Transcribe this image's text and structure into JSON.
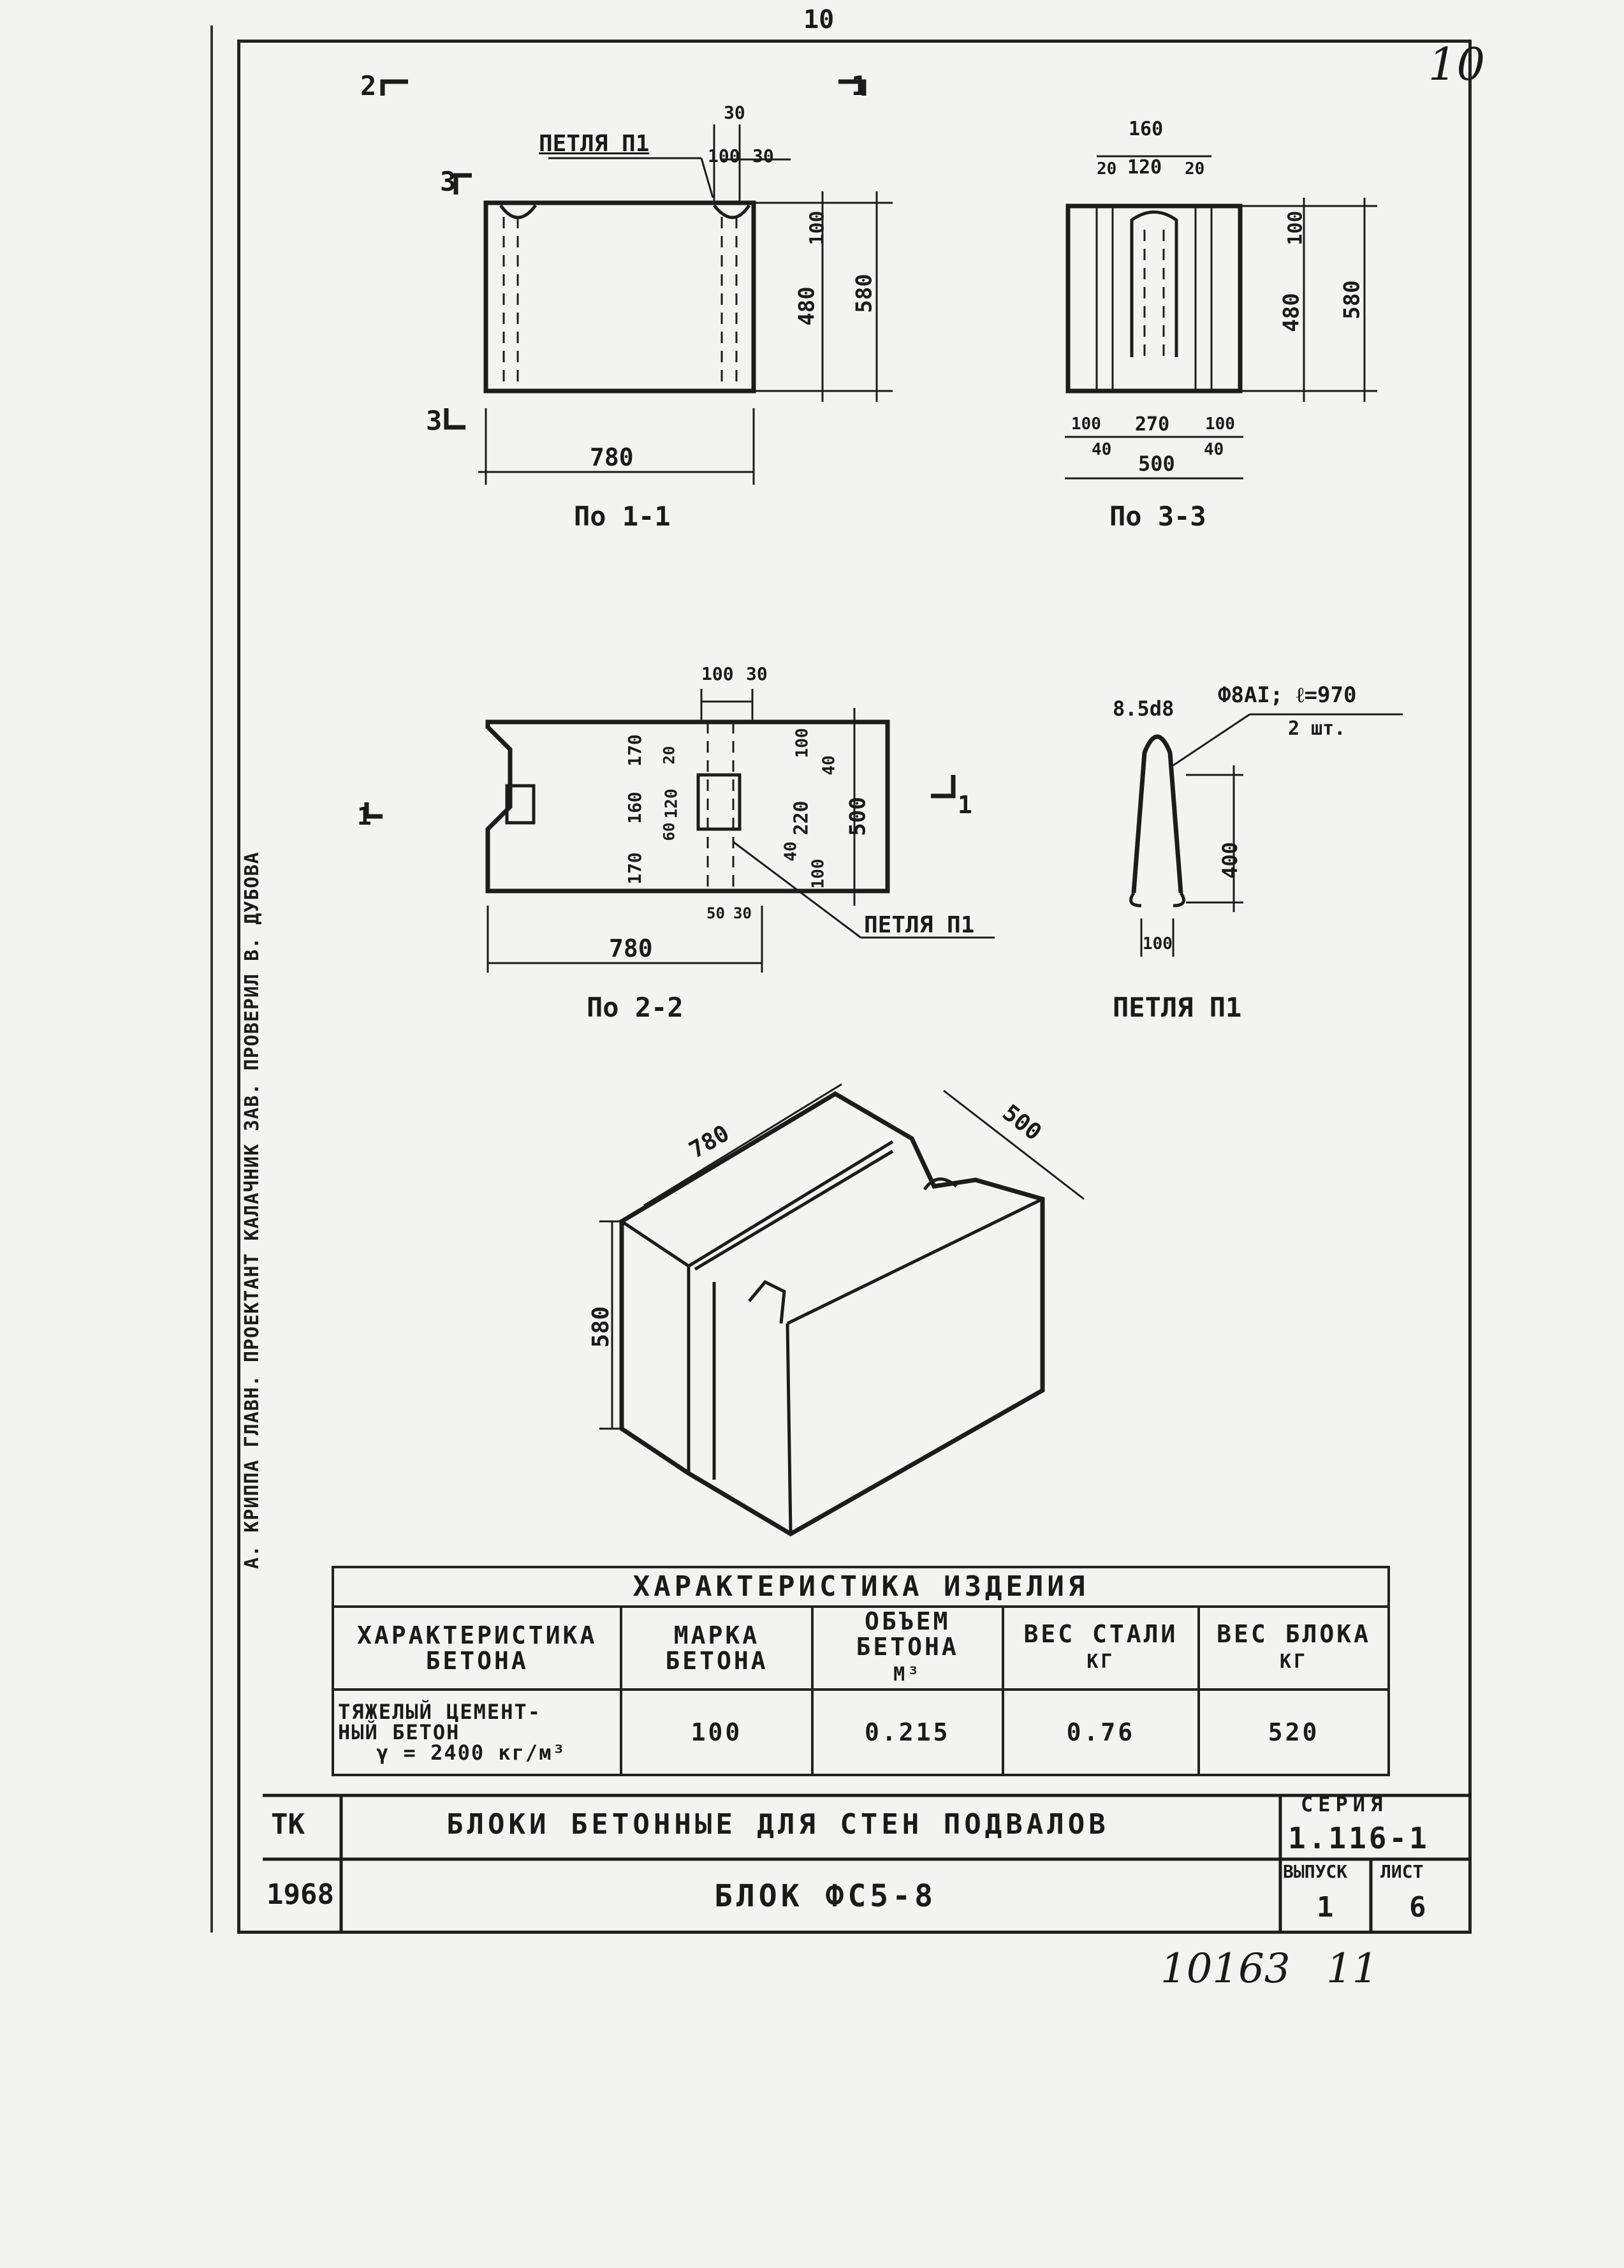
{
  "page": {
    "top_sheet_number": "10",
    "corner_number": "10",
    "bottom_number": "10163",
    "bottom_number_2": "11"
  },
  "views": {
    "section_1_1": {
      "title": "По 1-1",
      "loop_label": "ПЕТЛЯ П1",
      "dim_width": "780",
      "dim_height_total": "580",
      "dim_height_inner": "480",
      "dim_top": "100",
      "dim_loop_a": "100",
      "dim_loop_b": "30",
      "dim_loop_c": "30",
      "cut_2": "2",
      "cut_1": "1",
      "cut_3_top": "3",
      "cut_3_bottom": "3"
    },
    "section_3_3": {
      "title": "По 3-3",
      "dim_top_total": "160",
      "dim_top_a": "20",
      "dim_top_b": "120",
      "dim_top_c": "20",
      "dim_height_total": "580",
      "dim_height_inner": "480",
      "dim_top_right": "100",
      "dim_bottom_a": "100",
      "dim_bottom_b": "270",
      "dim_bottom_c": "100",
      "dim_bottom_d": "40",
      "dim_bottom_e": "40",
      "dim_bottom_total": "500"
    },
    "section_2_2": {
      "title": "По 2-2",
      "loop_label": "ПЕТЛЯ П1",
      "dim_width": "780",
      "dim_height": "500",
      "dim_top_a": "100",
      "dim_top_b": "30",
      "dim_left_1": "170",
      "dim_left_2": "160",
      "dim_left_3": "170",
      "dim_mid_1": "20",
      "dim_mid_2": "120",
      "dim_mid_3": "60",
      "dim_right_1": "100",
      "dim_right_2": "40",
      "dim_right_3": "220",
      "dim_right_4": "40",
      "dim_right_5": "100",
      "dim_bottom_a": "50",
      "dim_bottom_b": "30",
      "cut_1_left": "1",
      "cut_1_right": "1"
    },
    "loop_p1": {
      "title": "ПЕТЛЯ П1",
      "spec": "Ф8АI; ℓ=970",
      "count": "2 шт.",
      "dim_r": "8.5d8",
      "dim_height": "400",
      "dim_base": "100"
    },
    "isometric": {
      "dim_length": "780",
      "dim_depth": "500",
      "dim_height": "580"
    }
  },
  "characteristics": {
    "title": "ХАРАКТЕРИСТИКА  ИЗДЕЛИЯ",
    "headers": [
      "ХАРАКТЕРИСТИКА БЕТОНА",
      "МАРКА БЕТОНА",
      "ОБЪЕМ БЕТОНА",
      "ВЕС СТАЛИ",
      "ВЕС БЛОКА"
    ],
    "units": [
      "",
      "",
      "М³",
      "КГ",
      "КГ"
    ],
    "row_concrete_1": "ТЯЖЕЛЫЙ ЦЕМЕНТ-",
    "row_concrete_2": "НЫЙ   БЕТОН",
    "row_concrete_3": "γ = 2400 кг/м³",
    "values": [
      "100",
      "0.215",
      "0.76",
      "520"
    ]
  },
  "title_block": {
    "org": "ТК",
    "year": "1968",
    "title": "БЛОКИ  БЕТОННЫЕ  ДЛЯ  СТЕН  ПОДВАЛОВ",
    "item": "БЛОК  ФС5-8",
    "series_label": "СЕРИЯ",
    "series_value": "1.116-1",
    "issue_label": "ВЫПУСК",
    "issue_value": "1",
    "sheet_label": "ЛИСТ",
    "sheet_value": "6"
  },
  "sidebar": {
    "text": "А. КРИППА  ГЛАВН. ПРОЕКТАНТ  КАЛАЧНИК  ЗАВ. ПРОВЕРИЛ  В. ДУБОВА"
  }
}
